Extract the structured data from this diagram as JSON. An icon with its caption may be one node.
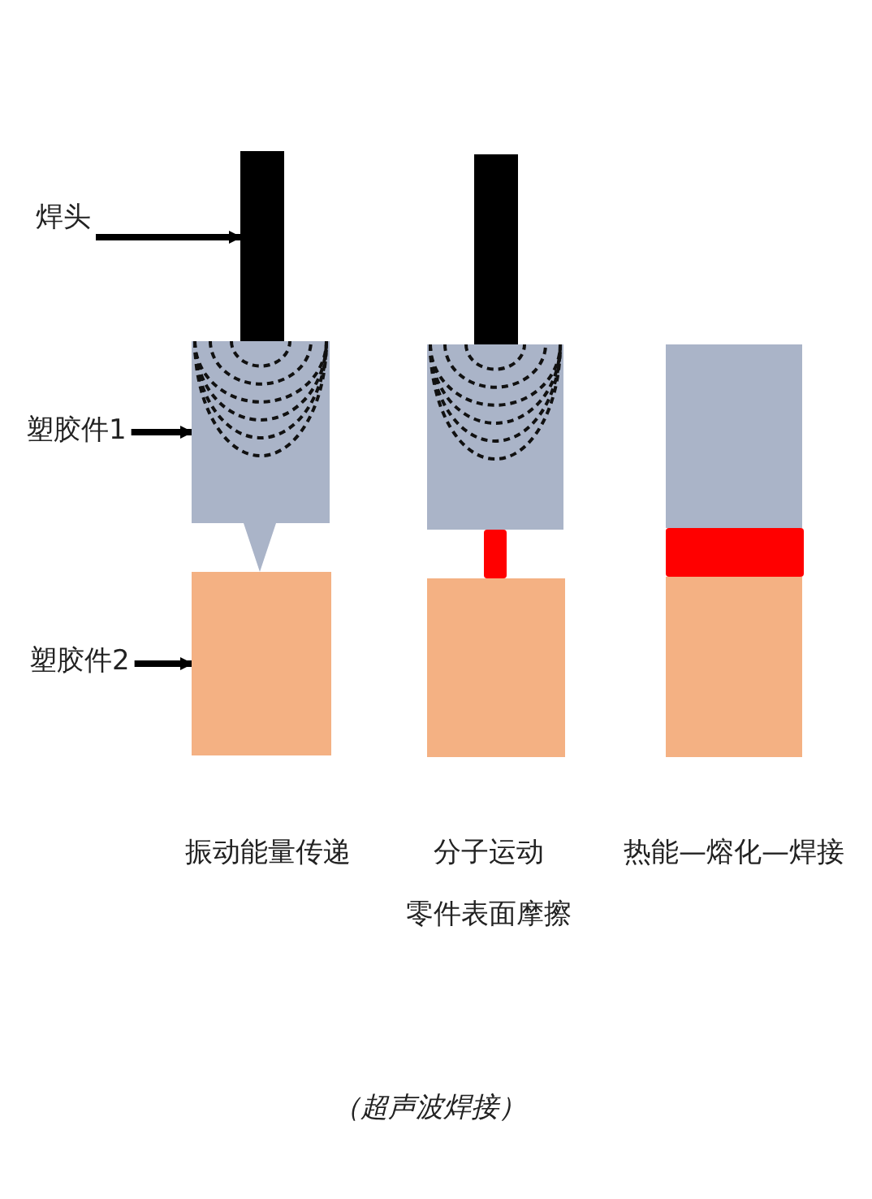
{
  "diagram": {
    "caption": "（超声波焊接）",
    "nodes": [
      {
        "text": [
          "焊头"
        ]
      },
      {
        "text": [
          "塑胶件1"
        ]
      },
      {
        "text": [
          "塑胶件2"
        ]
      },
      {
        "text": [],
        "shape": "box"
      },
      {
        "text": [],
        "shape": "box"
      },
      {
        "text": [],
        "shape": "box"
      },
      {
        "text": [],
        "shape": "box"
      },
      {
        "text": [],
        "shape": "box"
      },
      {
        "text": [],
        "shape": "box"
      },
      {
        "text": [],
        "shape": "box"
      },
      {
        "text": [],
        "shape": "box"
      },
      {
        "text": [],
        "shape": "bar"
      },
      {
        "text": [],
        "shape": "bar"
      }
    ],
    "edges": [
      {
        "from": 0,
        "to": 3,
        "arrow": "to"
      },
      {
        "from": 1,
        "to": 4,
        "arrow": "to"
      },
      {
        "from": 2,
        "to": 5,
        "arrow": "to"
      }
    ],
    "labels": [
      "振动能量传递",
      "分子运动",
      "热能—熔化—焊接",
      "零件表面摩擦"
    ]
  }
}
